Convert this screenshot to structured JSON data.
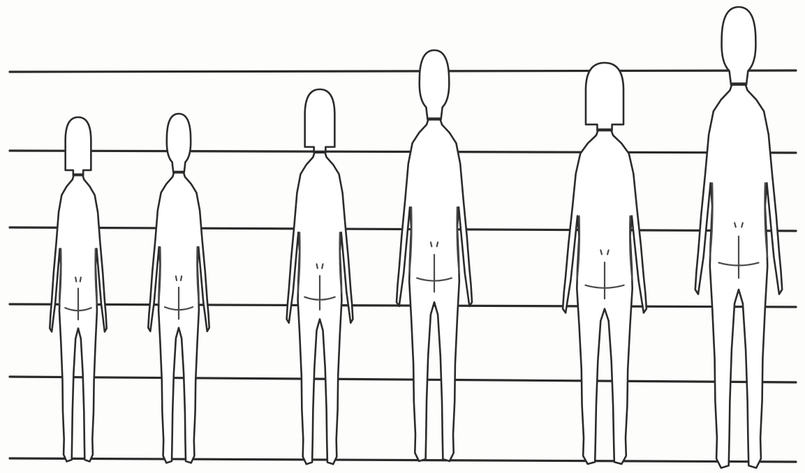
{
  "figure": {
    "kind": "body-silhouette-lineup",
    "view": "rear",
    "figure_count": 6,
    "reference_line_count": 6,
    "ink_color": "#2b2b2b",
    "paper_color": "#fdfdfc"
  },
  "figures": [
    {
      "hair": "bob"
    },
    {
      "hair": "short"
    },
    {
      "hair": "bob"
    },
    {
      "hair": "short"
    },
    {
      "hair": "bob"
    },
    {
      "hair": "short"
    }
  ]
}
